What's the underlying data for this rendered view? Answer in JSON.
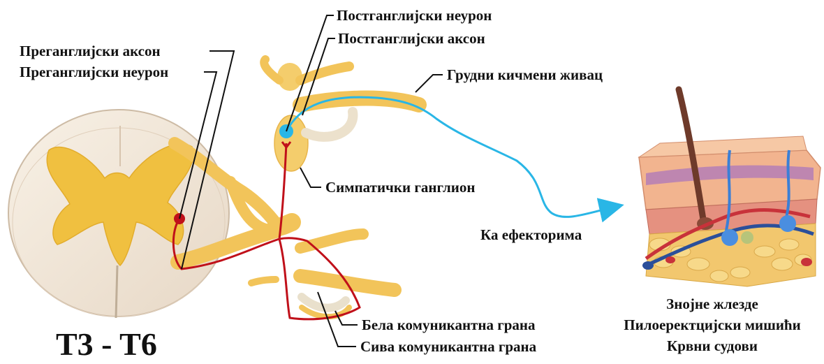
{
  "labels": {
    "preganglionic_axon": "Преганглијски аксон",
    "preganglionic_neuron": "Преганглијски неурон",
    "postganglionic_neuron": "Постганглијски неурон",
    "postganglionic_axon": "Постганглијски аксон",
    "thoracic_spinal_nerve": "Грудни кичмени живац",
    "sympathetic_ganglion": "Симпатички ганглион",
    "to_effectors": "Ка ефекторима",
    "white_ramus": "Бела комуникантна грана",
    "gray_ramus": "Сива комуникантна грана",
    "segment": "T3 - T6"
  },
  "effectors": [
    "Знојне жлезде",
    "Пилоеректцијски мишићи",
    "Крвни судови"
  ],
  "colors": {
    "nerve_yellow": "#f2c45a",
    "nerve_light": "#fbe3a4",
    "gray_matter": "#f0c040",
    "cord_white": "#f5ece0",
    "preganglionic_red": "#c0101a",
    "postganglionic_blue": "#29b6e6",
    "label_text": "#111111"
  }
}
